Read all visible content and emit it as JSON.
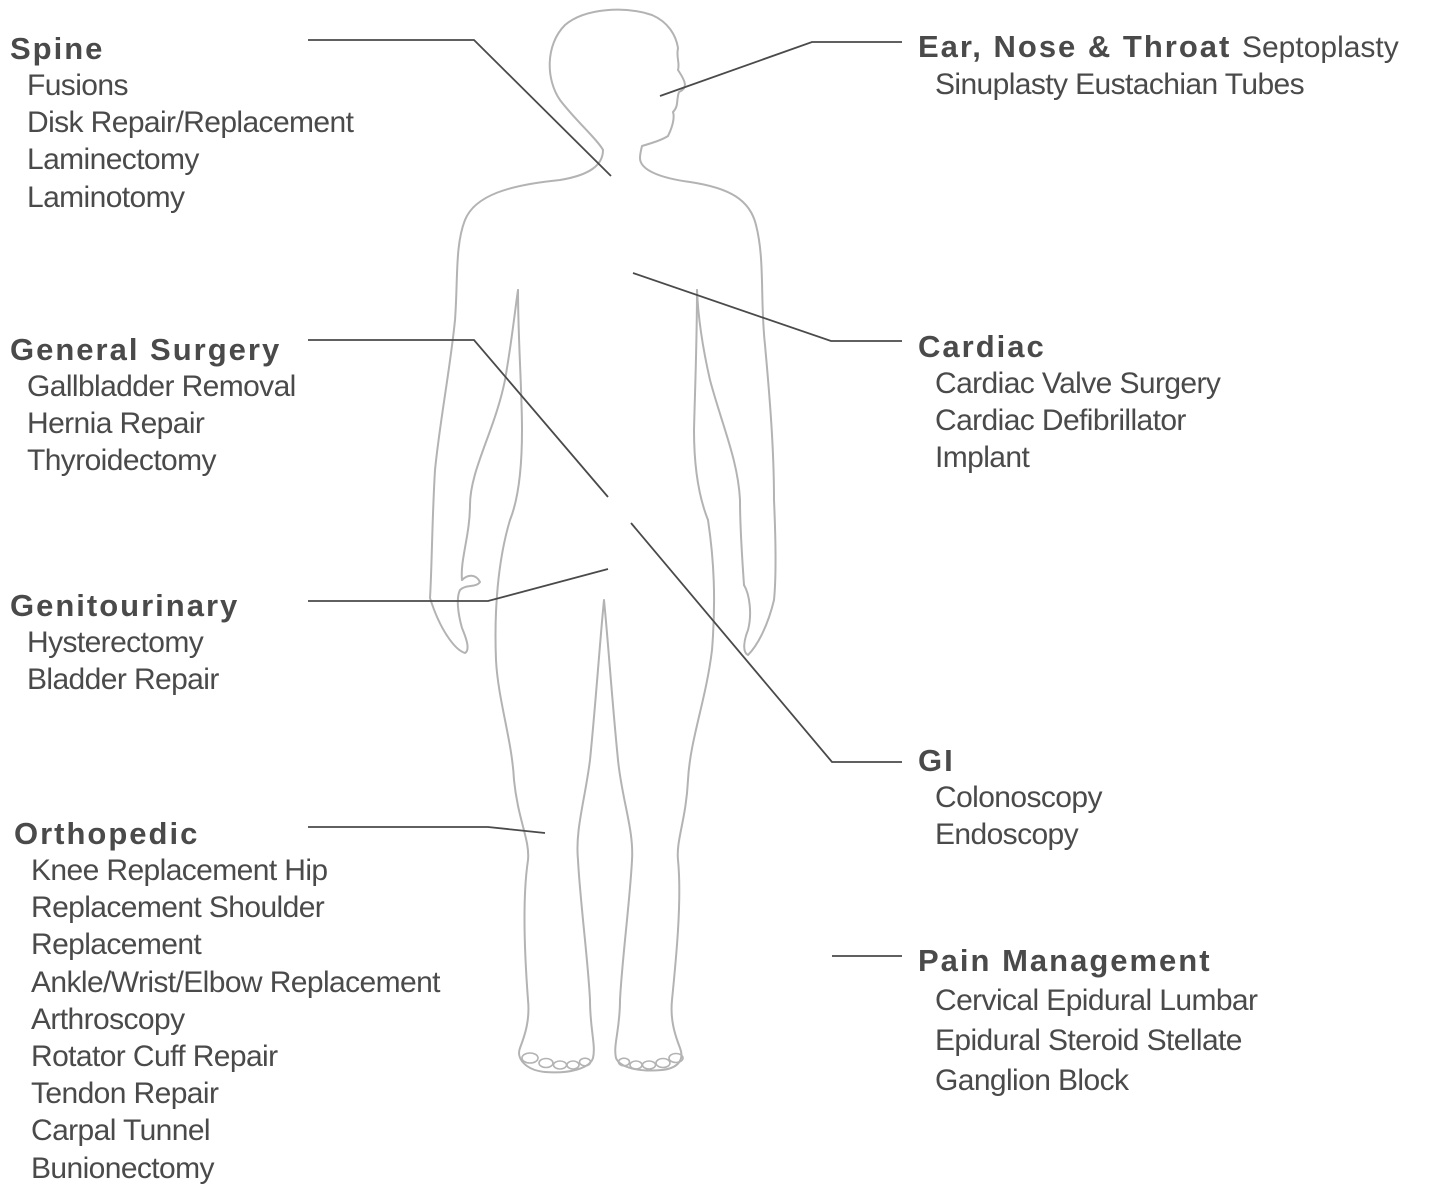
{
  "colors": {
    "text": "#4a4a4a",
    "leader_line": "#4a4a4a",
    "body_outline": "#b3b3b3"
  },
  "categories": {
    "spine": {
      "title": "Spine",
      "items": [
        "Fusions",
        "Disk Repair/Replacement",
        "Laminectomy",
        "Laminotomy"
      ]
    },
    "general_surgery": {
      "title": "General Surgery",
      "items": [
        "Gallbladder Removal",
        "Hernia Repair",
        "Thyroidectomy"
      ]
    },
    "genitourinary": {
      "title": "Genitourinary",
      "items": [
        "Hysterectomy",
        "Bladder Repair"
      ]
    },
    "orthopedic": {
      "title": "Orthopedic",
      "items": [
        "Knee Replacement Hip",
        "Replacement Shoulder",
        "Replacement",
        "Ankle/Wrist/Elbow Replacement",
        "Arthroscopy",
        "Rotator Cuff Repair",
        "Tendon Repair",
        "Carpal Tunnel",
        "Bunionectomy"
      ]
    },
    "ent": {
      "title": "Ear, Nose & Throat",
      "title_tail": "Septoplasty",
      "items": [
        "Sinuplasty Eustachian Tubes"
      ]
    },
    "cardiac": {
      "title": "Cardiac",
      "items": [
        "Cardiac Valve Surgery",
        "Cardiac Defibrillator",
        "Implant"
      ]
    },
    "gi": {
      "title": "GI",
      "items": [
        "Colonoscopy",
        "Endoscopy"
      ]
    },
    "pain_management": {
      "title": "Pain Management",
      "items": [
        "Cervical Epidural Lumbar",
        "Epidural Steroid Stellate",
        "Ganglion Block"
      ]
    }
  }
}
